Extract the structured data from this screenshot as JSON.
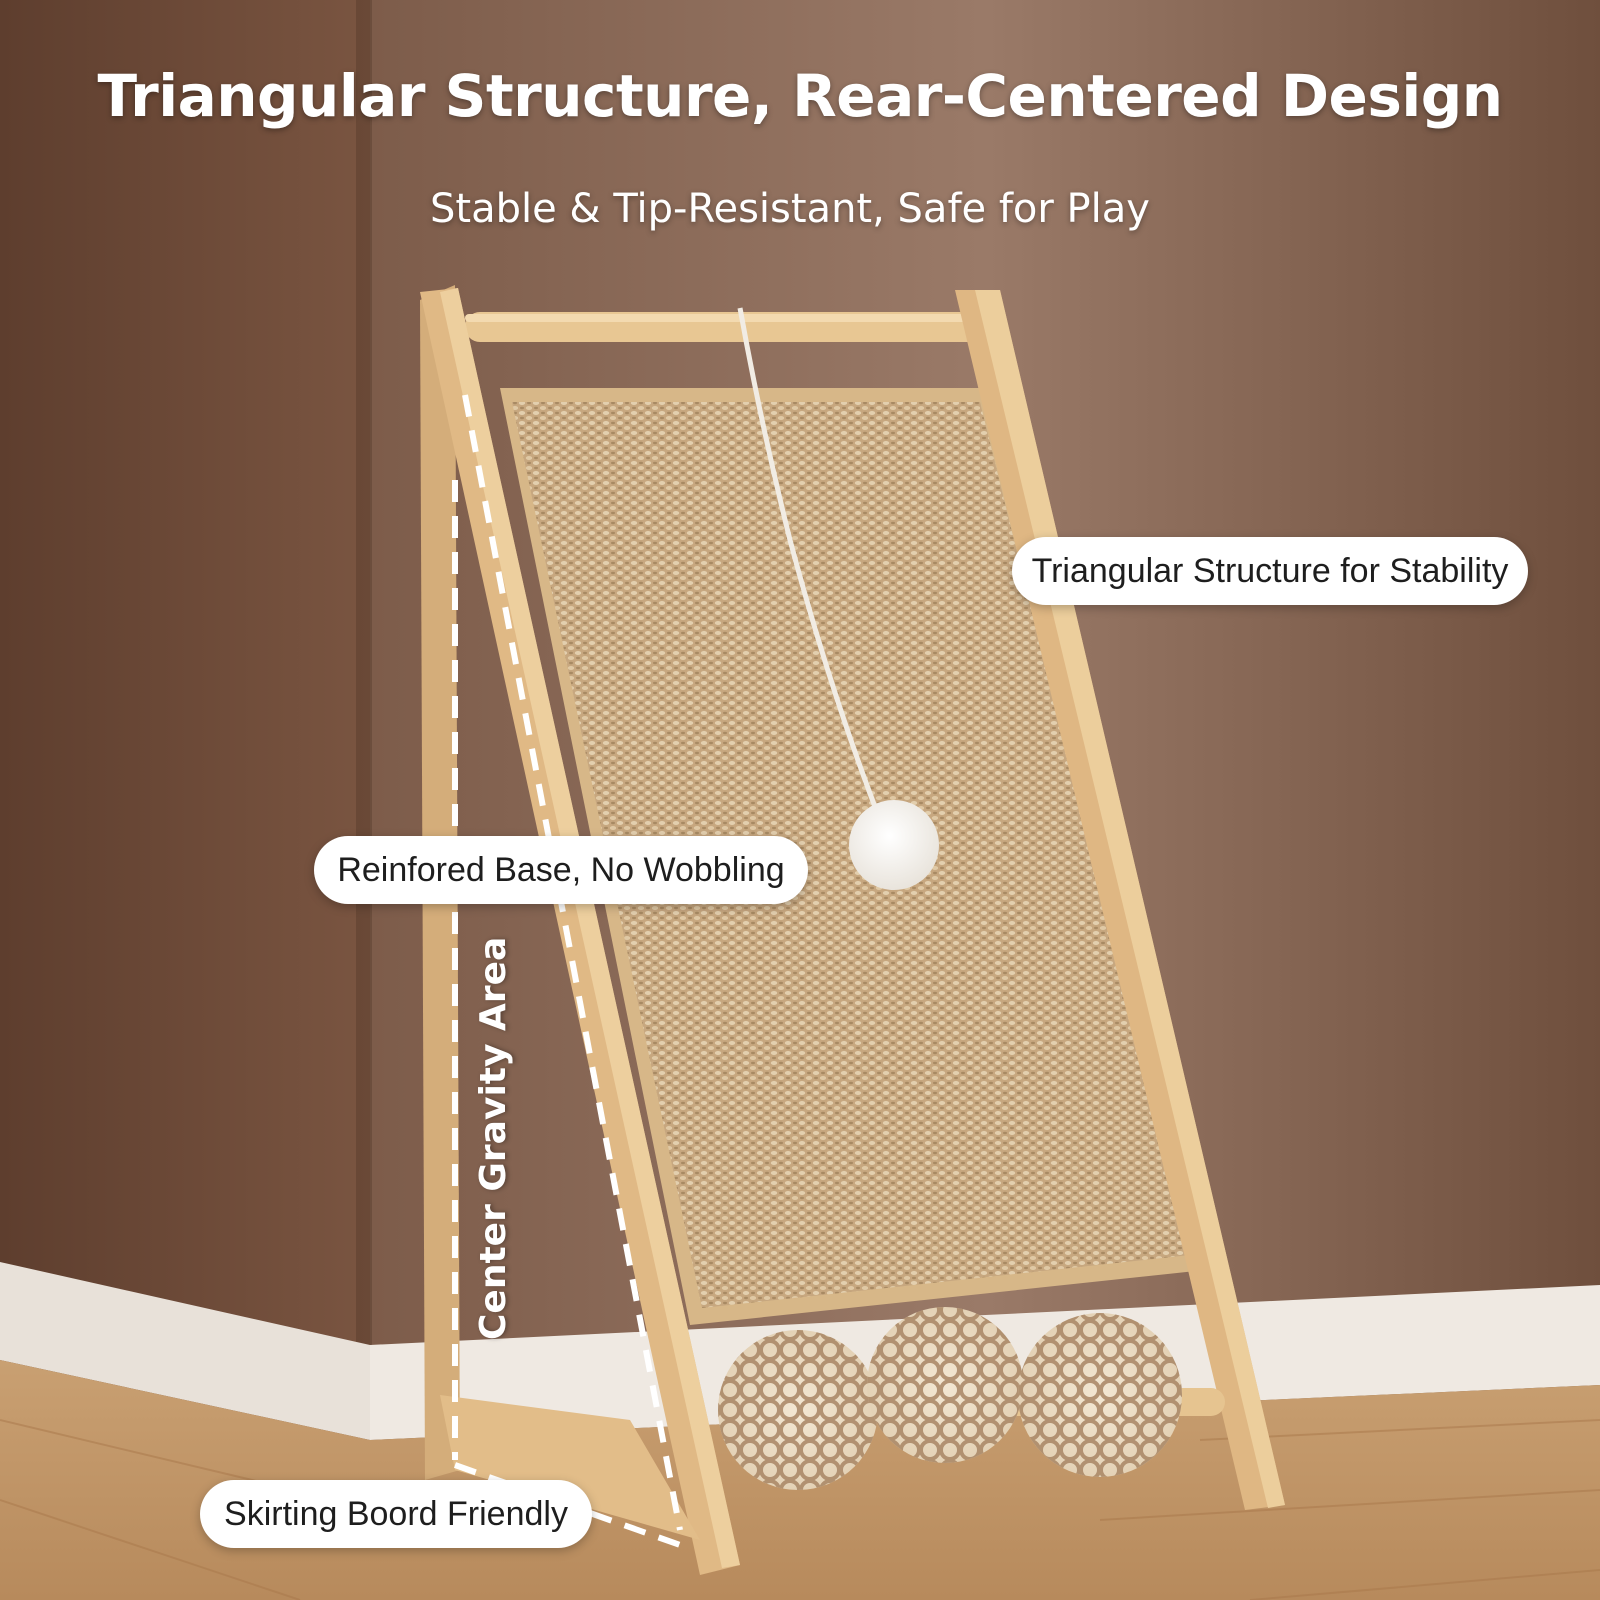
{
  "headline": {
    "title": "Triangular Structure, Rear-Centered Design",
    "subtitle": "Stable & Tip-Resistant, Safe for Play"
  },
  "callouts": {
    "stability": "Triangular Structure for Stability",
    "base": "Reinfored Base, No Wobbling",
    "skirting": "Skirting Boord Friendly",
    "gravity": "Center Gravity Area"
  },
  "colors": {
    "wall_left": "#6b4835",
    "wall_right": "#8a6a57",
    "wood": "#e3be8a",
    "sisal": "#c9a981",
    "floor": "#c49a6c",
    "baseboard": "#ece6df"
  }
}
